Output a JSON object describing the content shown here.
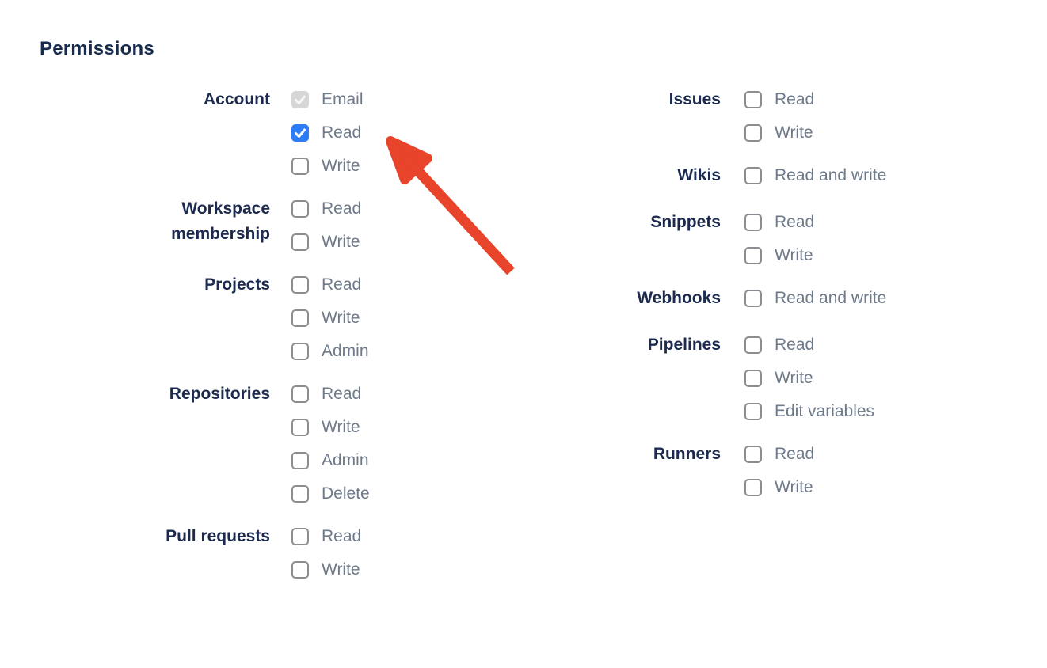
{
  "page": {
    "title": "Permissions"
  },
  "colors": {
    "heading": "#172b4d",
    "group_label": "#1b2a4e",
    "option_label": "#6e7a8a",
    "checkbox_checked_bg": "#2d7df7",
    "checkbox_disabled_bg": "#d6d6d6",
    "checkbox_border": "#8c8c91",
    "arrow": "#e8432b",
    "page_bg": "#ffffff"
  },
  "annotation": {
    "type": "arrow",
    "points_to": "account-read-checkbox",
    "direction": "up-left"
  },
  "permissions": {
    "columns": [
      {
        "groups": [
          {
            "label": "Account",
            "options": [
              {
                "label": "Email",
                "state": "checked-disabled"
              },
              {
                "label": "Read",
                "state": "checked"
              },
              {
                "label": "Write",
                "state": "unchecked"
              }
            ]
          },
          {
            "label": "Workspace membership",
            "options": [
              {
                "label": "Read",
                "state": "unchecked"
              },
              {
                "label": "Write",
                "state": "unchecked"
              }
            ]
          },
          {
            "label": "Projects",
            "options": [
              {
                "label": "Read",
                "state": "unchecked"
              },
              {
                "label": "Write",
                "state": "unchecked"
              },
              {
                "label": "Admin",
                "state": "unchecked"
              }
            ]
          },
          {
            "label": "Repositories",
            "options": [
              {
                "label": "Read",
                "state": "unchecked"
              },
              {
                "label": "Write",
                "state": "unchecked"
              },
              {
                "label": "Admin",
                "state": "unchecked"
              },
              {
                "label": "Delete",
                "state": "unchecked"
              }
            ]
          },
          {
            "label": "Pull requests",
            "options": [
              {
                "label": "Read",
                "state": "unchecked"
              },
              {
                "label": "Write",
                "state": "unchecked"
              }
            ]
          }
        ]
      },
      {
        "groups": [
          {
            "label": "Issues",
            "options": [
              {
                "label": "Read",
                "state": "unchecked"
              },
              {
                "label": "Write",
                "state": "unchecked"
              }
            ]
          },
          {
            "label": "Wikis",
            "options": [
              {
                "label": "Read and write",
                "state": "unchecked"
              }
            ]
          },
          {
            "label": "Snippets",
            "options": [
              {
                "label": "Read",
                "state": "unchecked"
              },
              {
                "label": "Write",
                "state": "unchecked"
              }
            ]
          },
          {
            "label": "Webhooks",
            "options": [
              {
                "label": "Read and write",
                "state": "unchecked"
              }
            ]
          },
          {
            "label": "Pipelines",
            "options": [
              {
                "label": "Read",
                "state": "unchecked"
              },
              {
                "label": "Write",
                "state": "unchecked"
              },
              {
                "label": "Edit variables",
                "state": "unchecked"
              }
            ]
          },
          {
            "label": "Runners",
            "options": [
              {
                "label": "Read",
                "state": "unchecked"
              },
              {
                "label": "Write",
                "state": "unchecked"
              }
            ]
          }
        ]
      }
    ]
  }
}
